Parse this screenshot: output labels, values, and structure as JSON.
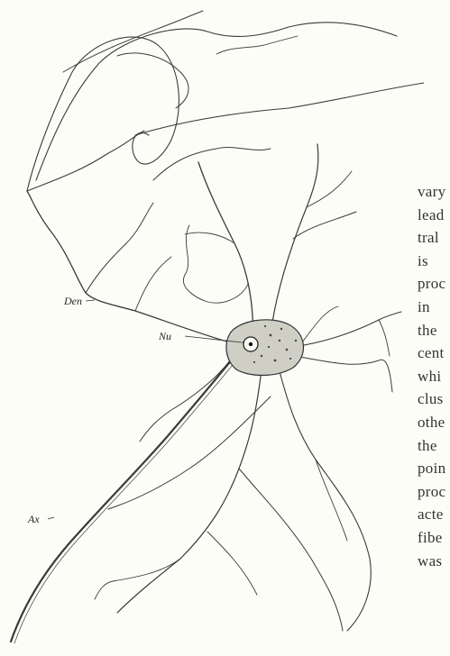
{
  "figure": {
    "labels": {
      "den": "Den",
      "nu": "Nu",
      "ax": "Ax"
    }
  },
  "body_text": {
    "line_fragments": [
      "vary",
      "lead",
      "tral",
      "is",
      "proc",
      "in",
      "the",
      "cent",
      "whi",
      "clus",
      "othe",
      "the",
      "poin",
      "proc",
      "acte",
      "fibe",
      "was"
    ]
  }
}
